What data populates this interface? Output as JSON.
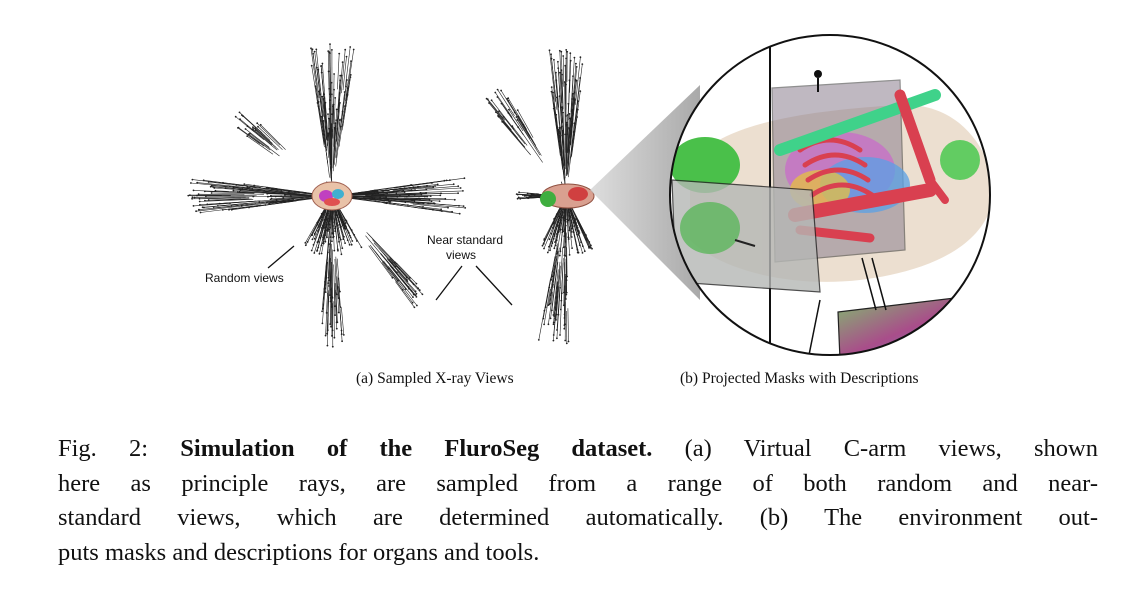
{
  "panel_a": {
    "label_random": "Random views",
    "label_near_1": "Near standard",
    "label_near_2": "views",
    "subcaption": "(a) Sampled X-ray Views"
  },
  "panel_b": {
    "subcaption": "(b) Projected Masks with Descriptions"
  },
  "caption": {
    "prefix": "Fig. 2:",
    "title": "Simulation of the FluroSeg dataset.",
    "line1_rest": "(a) Virtual C-arm views, shown",
    "line2": "here as principle rays, are sampled from a range of both random and near-",
    "line3": "standard views, which are determined automatically. (b) The environment out-",
    "line4": "puts masks and descriptions for organs and tools."
  },
  "colors": {
    "ray": "#222222",
    "bone_red": "#d94050",
    "bone_green": "#3fd28a",
    "organ_green": "#4ac04a",
    "skin": "#e8d8c8"
  }
}
